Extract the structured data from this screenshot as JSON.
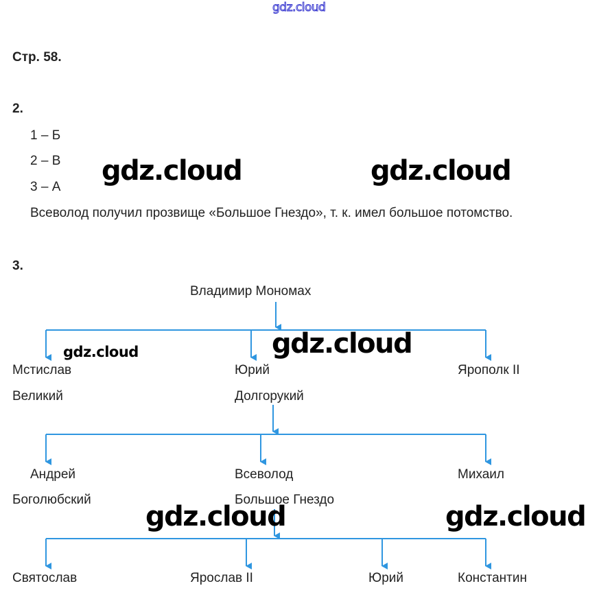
{
  "header": {
    "site_label": "gdz.cloud"
  },
  "page": {
    "title": "Стр. 58."
  },
  "task2": {
    "number": "2.",
    "answers": [
      "1 – Б",
      "2 – В",
      "3 – А"
    ],
    "explanation": "Всеволод получил прозвище «Большое Гнездо», т. к. имел большое потомство."
  },
  "task3": {
    "number": "3.",
    "tree": {
      "root": "Владимир Мономах",
      "level1": [
        {
          "line1": "Мстислав",
          "line2": "Великий"
        },
        {
          "line1": "Юрий",
          "line2": "Долгорукий"
        },
        {
          "line1": "Ярополк II",
          "line2": ""
        }
      ],
      "level2": [
        {
          "line1": "Андрей",
          "line2": "Боголюбский"
        },
        {
          "line1": "Всеволод",
          "line2": "Большое Гнездо"
        },
        {
          "line1": "Михаил",
          "line2": ""
        }
      ],
      "level3": [
        "Святослав",
        "Ярослав II",
        "Юрий",
        "Константин"
      ]
    },
    "arrow_color": "#2f96e0"
  },
  "watermarks": [
    "gdz.cloud",
    "gdz.cloud",
    "gdz.cloud",
    "gdz.cloud",
    "gdz.cloud",
    "gdz.cloud"
  ]
}
